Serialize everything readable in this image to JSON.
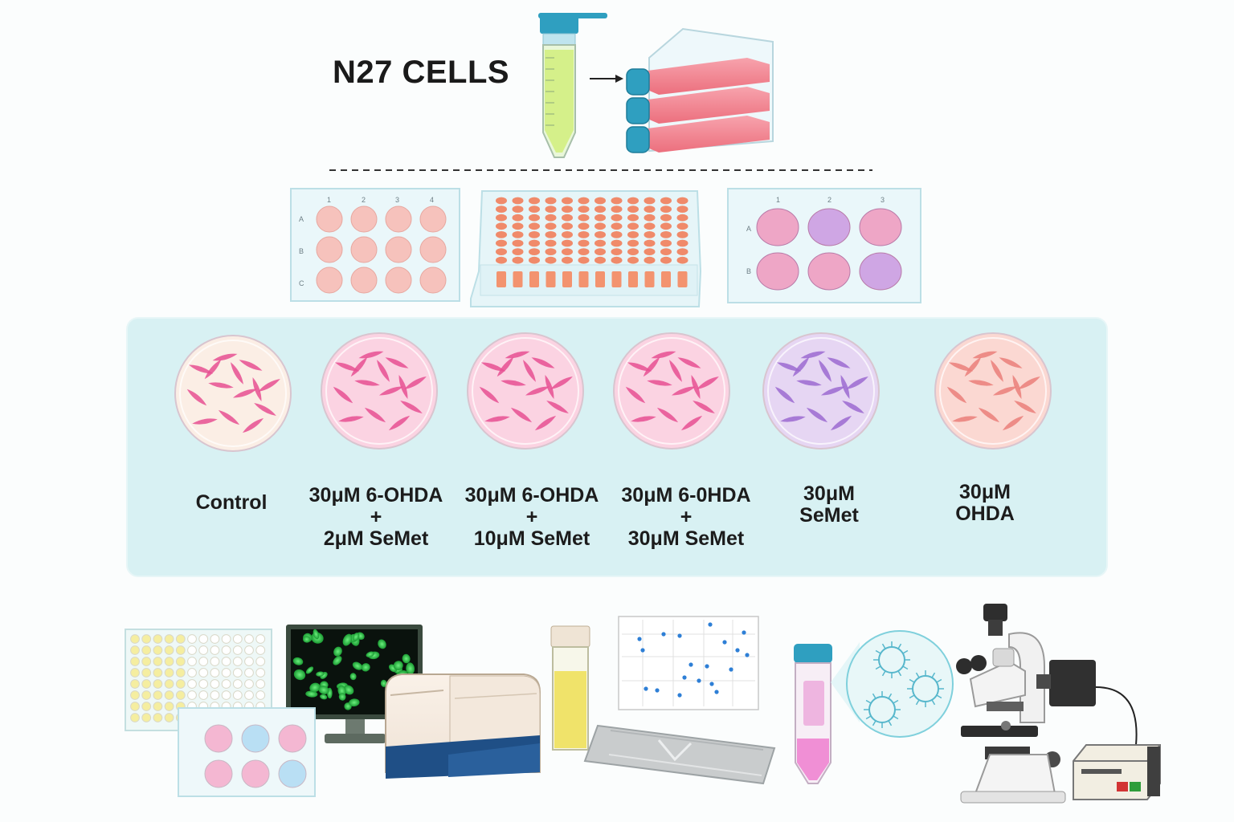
{
  "title": "N27 CELLS",
  "colors": {
    "panel": "#d8f1f3",
    "tube_cap": "#2f9fc0",
    "medium_green": "#d5f08a",
    "flask_pink": "#f28a95",
    "well_pink": "#f6c2bc",
    "well_orange": "#f08a6a",
    "well_magenta": "#eea6c6",
    "well_purple": "#cfa6e4",
    "cell_pink": "#e64f92",
    "cell_purple": "#9b6ad0",
    "cell_salmon": "#ea7f7a",
    "fluorescence": "#2fd24a"
  },
  "plate_12_row_labels": [
    "A",
    "B",
    "C"
  ],
  "plate_12_col_labels": [
    "1",
    "2",
    "3",
    "4"
  ],
  "plate_6_col_labels": [
    "1",
    "2",
    "3"
  ],
  "plate_6_row_labels": [
    "A",
    "B"
  ],
  "treatments": [
    {
      "lines": [
        "Control"
      ],
      "dish": "#fbeee5",
      "cells": "#e64f92"
    },
    {
      "lines": [
        "30μM 6-OHDA",
        "+",
        "2μM SeMet"
      ],
      "dish": "#fbd3e2",
      "cells": "#e64f92"
    },
    {
      "lines": [
        "30μM 6-OHDA",
        "+",
        "10μM SeMet"
      ],
      "dish": "#fbd3e2",
      "cells": "#e64f92"
    },
    {
      "lines": [
        "30μM 6-0HDA",
        "+",
        "30μM SeMet"
      ],
      "dish": "#fbd3e2",
      "cells": "#e64f92"
    },
    {
      "lines": [
        "30μM",
        "SeMet"
      ],
      "dish": "#e6d6f3",
      "cells": "#9b6ad0"
    },
    {
      "lines": [
        "30μM",
        "OHDA"
      ],
      "dish": "#fbd8d2",
      "cells": "#ea7f7a"
    }
  ],
  "assay_plate_6_colors": [
    "#f4b7d2",
    "#b9dff4",
    "#f4b7d2",
    "#f4b7d2",
    "#f4b7d2",
    "#b9dff4"
  ],
  "icons": [
    "centrifuge-tube-icon",
    "culture-flask-icon",
    "well-plate-12-icon",
    "well-plate-96-icon",
    "well-plate-6-icon",
    "petri-dish-icon",
    "absorbance-plate-icon",
    "fluorescence-monitor-icon",
    "plate-reader-icon",
    "cuvette-icon",
    "scatter-plot-icon",
    "western-blot-membrane-icon",
    "conical-tube-icon",
    "exosome-zoom-icon",
    "microscope-icon",
    "power-supply-icon"
  ]
}
